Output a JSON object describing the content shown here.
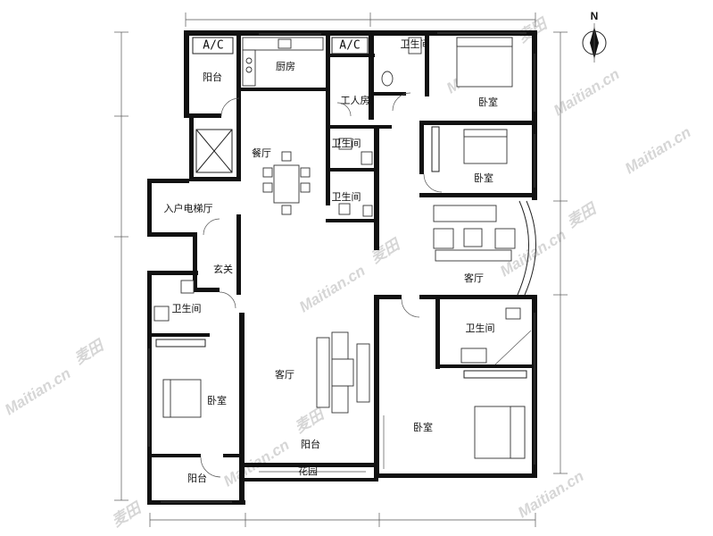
{
  "compass": {
    "label": "N"
  },
  "rooms": {
    "ac_left": "A/C",
    "ac_right": "A/C",
    "balcony_top": "阳台",
    "kitchen": "厨房",
    "bath_top": "卫生间",
    "bedroom_top": "卧室",
    "worker_room": "工人房",
    "dining": "餐厅",
    "bath_mid1": "卫生间",
    "bath_mid2": "卫生间",
    "bedroom_mid": "卧室",
    "elevator_hall": "入户电梯厅",
    "foyer": "玄关",
    "living_right": "客厅",
    "bath_left": "卫生间",
    "bath_right": "卫生间",
    "bedroom_left": "卧室",
    "living_main": "客厅",
    "bedroom_right": "卧室",
    "balcony_front": "阳台",
    "garden": "花园",
    "balcony_bottom": "阳台"
  },
  "watermark": {
    "text": "Maitian.cn",
    "brand": "麦田"
  },
  "colors": {
    "wall": "#111111",
    "watermark": "#d6d6d6"
  }
}
